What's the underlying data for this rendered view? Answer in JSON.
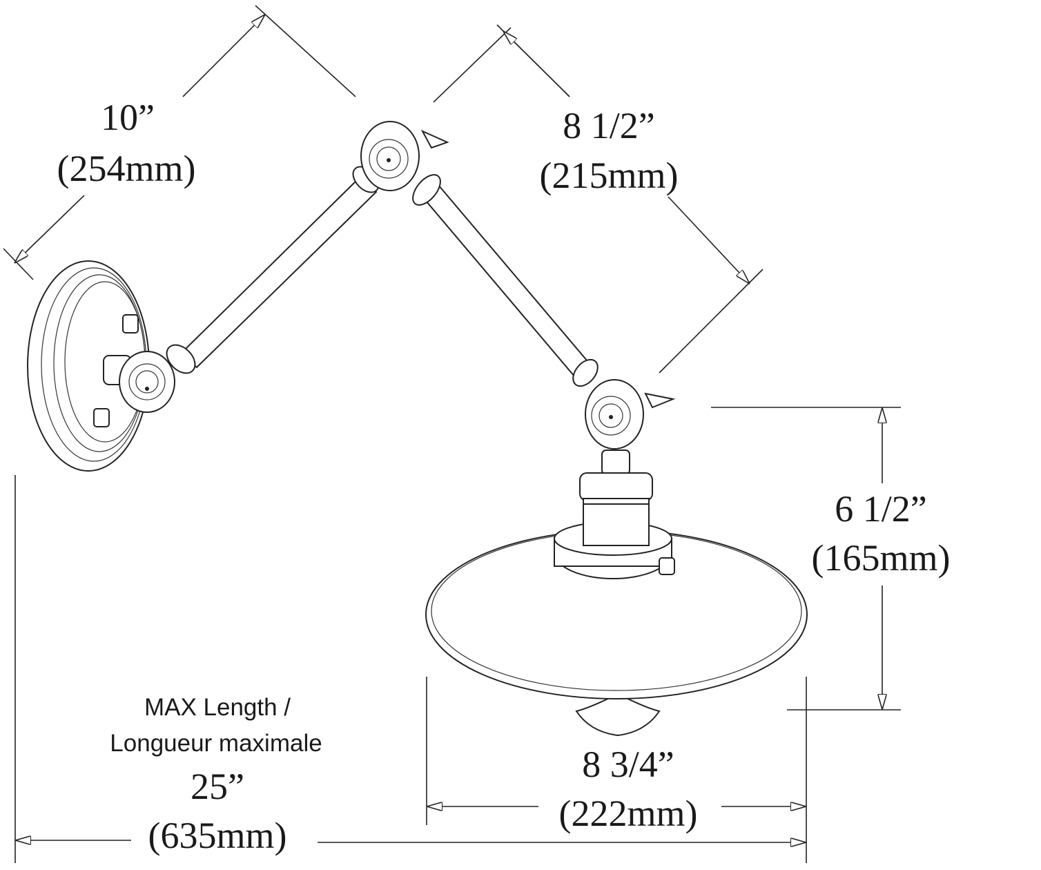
{
  "dimensions": {
    "arm1": {
      "imperial": "10”",
      "metric": "(254mm)"
    },
    "arm2": {
      "imperial": "8 1/2”",
      "metric": "(215mm)"
    },
    "height": {
      "imperial": "6 1/2”",
      "metric": "(165mm)"
    },
    "shade_width": {
      "imperial": "8 3/4”",
      "metric": "(222mm)"
    },
    "max_length": {
      "label_en": "MAX Length /",
      "label_fr": "Longueur maximale",
      "imperial": "25”",
      "metric": "(635mm)"
    }
  }
}
